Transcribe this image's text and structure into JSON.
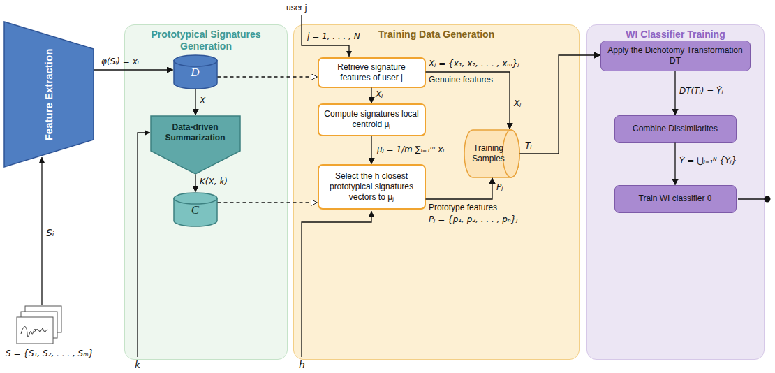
{
  "diagram": {
    "nodes": [
      {
        "text": [
          "Feature Extraction"
        ]
      },
      {
        "text": [
          "Prototypical Signatures Generation"
        ]
      },
      {
        "text": [
          "D"
        ],
        "in": 1
      },
      {
        "text": [
          "Data-driven Summarization"
        ],
        "in": 1
      },
      {
        "text": [
          "C"
        ],
        "in": 1
      },
      {
        "text": [
          "Training Data Generation"
        ]
      },
      {
        "text": [
          "Retrieve signature features of user j"
        ],
        "in": 5
      },
      {
        "text": [
          "Compute signatures local centroid μⱼ"
        ],
        "in": 5
      },
      {
        "text": [
          "Select the h closest prototypical signatures vectors to μⱼ"
        ],
        "in": 5
      },
      {
        "text": [
          "Training Samples"
        ],
        "in": 5
      },
      {
        "text": [
          "WI Classifier Training"
        ]
      },
      {
        "text": [
          "Apply the Dichotomy Transformation DT"
        ],
        "in": 10
      },
      {
        "text": [
          "Combine Dissimilarites"
        ],
        "in": 10
      },
      {
        "text": [
          "Train WI classifier θ"
        ],
        "in": 10
      }
    ],
    "edges": [
      {
        "from": 0,
        "to": 2,
        "label": "φ(Sᵢ) = xᵢ",
        "arrow": "to"
      },
      {
        "from": 2,
        "to": 3,
        "label": "X",
        "arrow": "to"
      },
      {
        "from": 3,
        "to": 4,
        "label": "K(X, k)",
        "arrow": "to"
      },
      {
        "from": 2,
        "to": 6,
        "arrow": "to"
      },
      {
        "from": 4,
        "to": 8,
        "arrow": "to"
      },
      {
        "from": 6,
        "to": 7,
        "label": "Xⱼ",
        "arrow": "to"
      },
      {
        "from": 7,
        "to": 8,
        "label": "μⱼ = 1/m ∑ᵢ₌₁ᵐ xᵢ",
        "arrow": "to"
      },
      {
        "from": 6,
        "to": 9,
        "label": "Xⱼ",
        "arrow": "to"
      },
      {
        "from": 8,
        "to": 9,
        "label": "Pⱼ",
        "arrow": "to"
      },
      {
        "from": 9,
        "to": 11,
        "label": "Tⱼ",
        "arrow": "to"
      },
      {
        "from": 11,
        "to": 12,
        "label": "DT(Tⱼ) = Ẏⱼ",
        "arrow": "to"
      },
      {
        "from": 12,
        "to": 13,
        "label": "Ẏ = ⋃ⱼ₌₁ᴺ {Ẏⱼ}",
        "arrow": "to"
      }
    ],
    "labels": [
      "user j",
      "j = 1, . . . , N",
      "Sᵢ",
      "S = {S₁, S₂, . . . , Sₘ}",
      "Xⱼ = {x₁, x₂, . . . , xₘ}ⱼ",
      "Genuine features",
      "Prototype features",
      "Pⱼ = {p₁, p₂, . . . , pₕ}ⱼ",
      "k",
      "h"
    ]
  }
}
